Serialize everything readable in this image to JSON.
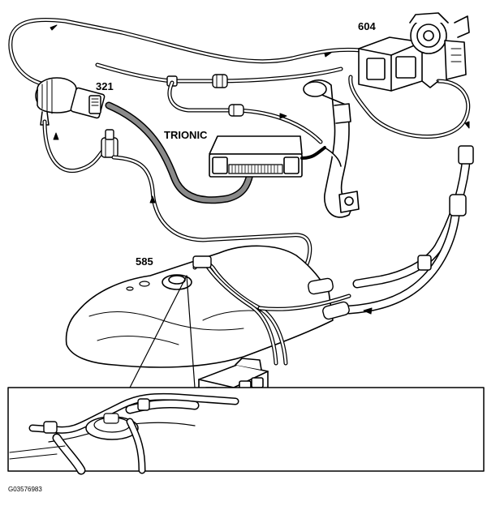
{
  "labels": {
    "evap_valve": "321",
    "throttle_body": "604",
    "ecu": "TRIONIC",
    "fuel_tank": "585"
  },
  "figure_ref": "G03576983",
  "colors": {
    "line": "#000000",
    "fill": "#ffffff",
    "highlight_hose": "#8a8a8a"
  }
}
